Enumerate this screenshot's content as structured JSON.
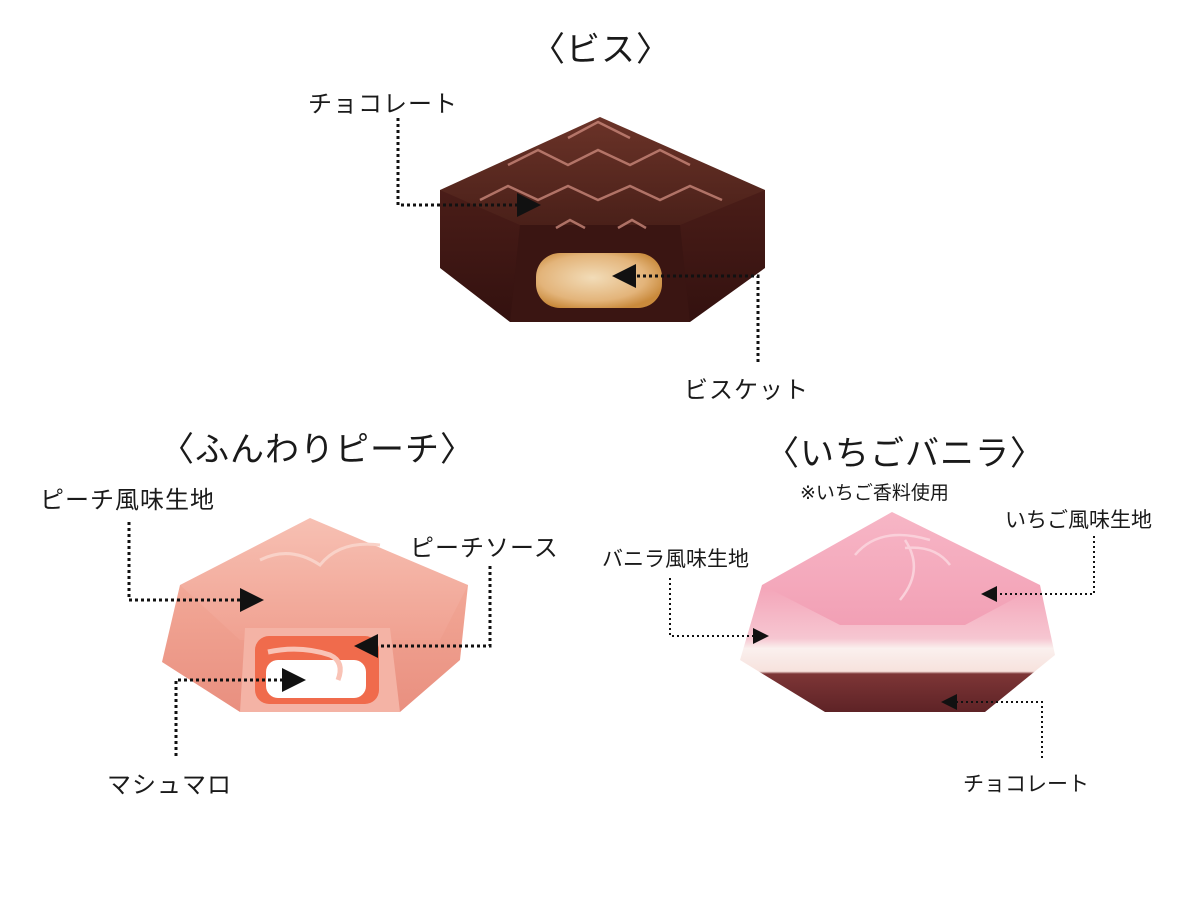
{
  "diagram": {
    "products": [
      {
        "name": "〈ビス〉",
        "labels": [
          "チョコレート",
          "ビスケット"
        ],
        "colors": {
          "top": "#5a2a22",
          "side": "#3e1714",
          "filling": "#e6b680"
        }
      },
      {
        "name": "〈ふんわりピーチ〉",
        "labels": [
          "ピーチ風味生地",
          "ピーチソース",
          "マシュマロ"
        ],
        "colors": {
          "top": "#f2a89b",
          "side": "#ea9282",
          "sauce": "#f06a4a",
          "marshmallow": "#ffffff"
        }
      },
      {
        "name": "〈いちごバニラ〉",
        "note": "※いちご香料使用",
        "labels": [
          "いちご風味生地",
          "バニラ風味生地",
          "チョコレート"
        ],
        "colors": {
          "top": "#f4a5b8",
          "middle": "#f8e2e4",
          "bottom": "#6a2a2c"
        }
      }
    ]
  }
}
